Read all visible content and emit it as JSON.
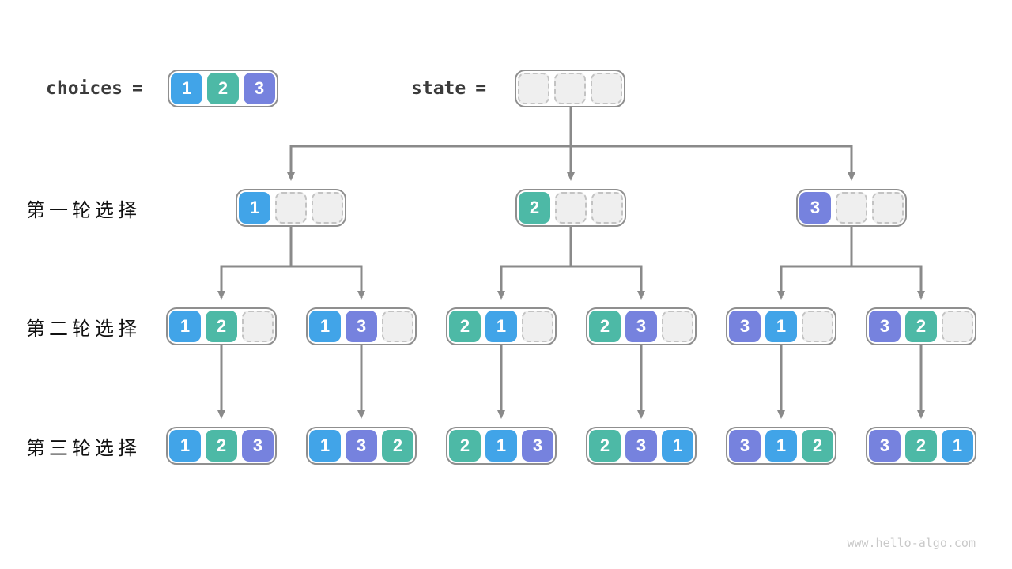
{
  "header": {
    "choices": {
      "label": "choices",
      "equals": "=",
      "values": [
        1,
        2,
        3
      ]
    },
    "state": {
      "label": "state",
      "equals": "=",
      "values": [
        null,
        null,
        null
      ]
    }
  },
  "rows": [
    {
      "label": "第一轮选择",
      "nodes": [
        [
          1,
          null,
          null
        ],
        [
          2,
          null,
          null
        ],
        [
          3,
          null,
          null
        ]
      ]
    },
    {
      "label": "第二轮选择",
      "nodes": [
        [
          1,
          2,
          null
        ],
        [
          1,
          3,
          null
        ],
        [
          2,
          1,
          null
        ],
        [
          2,
          3,
          null
        ],
        [
          3,
          1,
          null
        ],
        [
          3,
          2,
          null
        ]
      ]
    },
    {
      "label": "第三轮选择",
      "nodes": [
        [
          1,
          2,
          3
        ],
        [
          1,
          3,
          2
        ],
        [
          2,
          1,
          3
        ],
        [
          2,
          3,
          1
        ],
        [
          3,
          1,
          2
        ],
        [
          3,
          2,
          1
        ]
      ]
    }
  ],
  "colors": {
    "value1": "#41a4e8",
    "value2": "#4db9a6",
    "value3": "#7682de",
    "arrow": "#8a8a8a",
    "node_border": "#8f8f8f"
  },
  "watermark": "www.hello-algo.com"
}
